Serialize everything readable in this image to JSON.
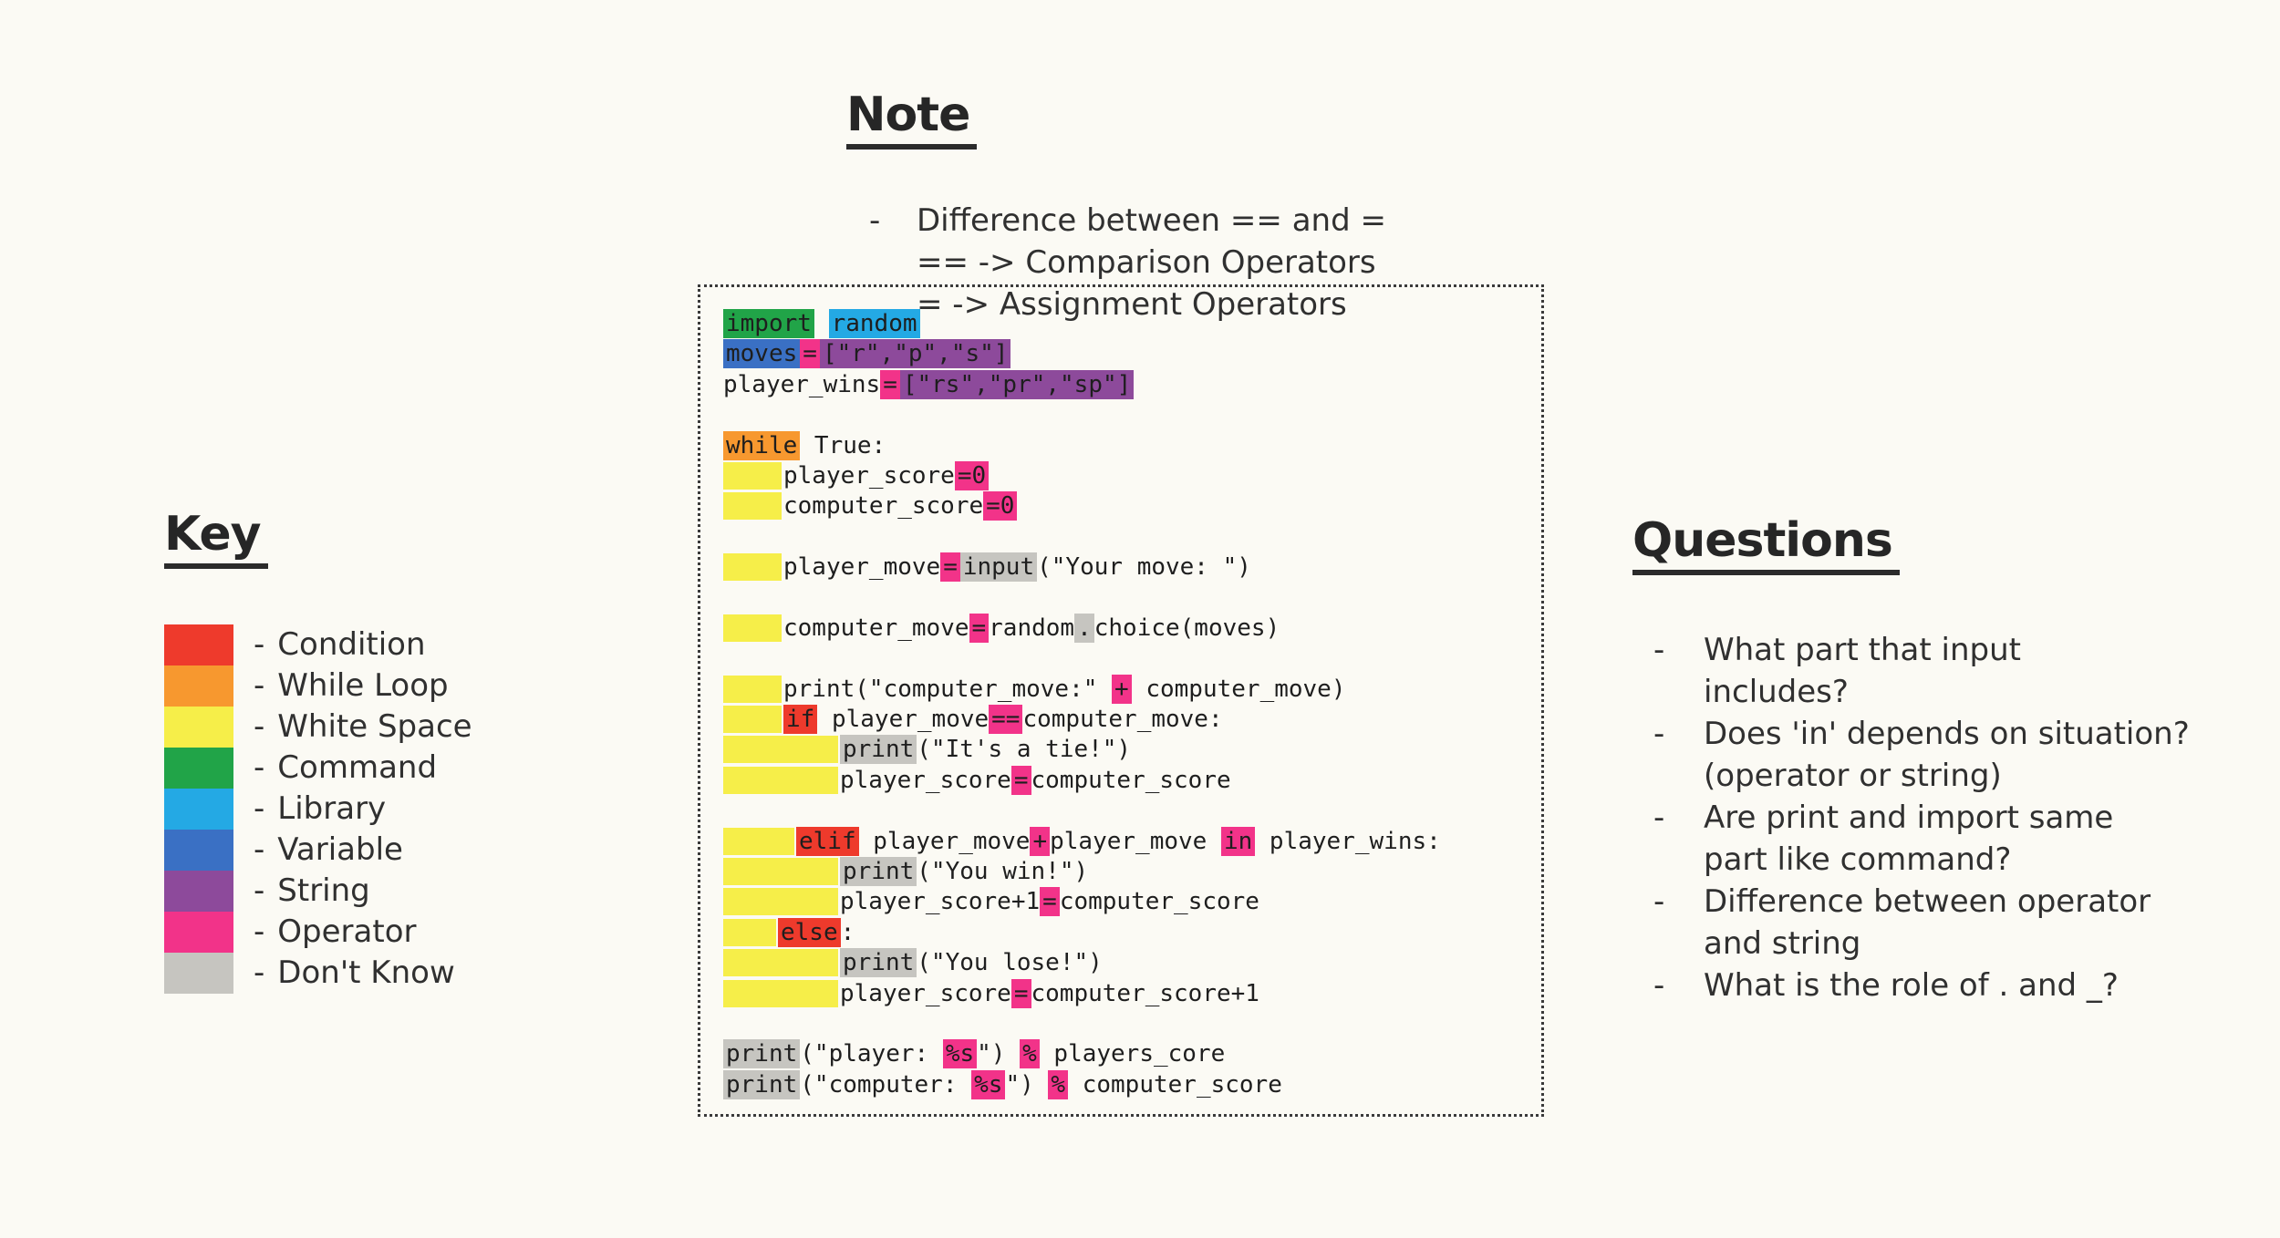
{
  "palette": {
    "condition": "#ee3a2c",
    "while_loop": "#f7982f",
    "white_space": "#f6ee49",
    "command": "#21a448",
    "library": "#24a9e4",
    "variable": "#3a70c4",
    "string": "#8d4a9b",
    "operator": "#f23389",
    "dont_know": "#c6c5c0"
  },
  "note": {
    "title": "Note",
    "bullet_char": "-",
    "lines": [
      {
        "dash": true,
        "text": "Difference between == and ="
      },
      {
        "dash": false,
        "text": "== -> Comparison Operators"
      },
      {
        "dash": false,
        "text": "= -> Assignment Operators"
      }
    ]
  },
  "key": {
    "title": "Key",
    "bullet_char": "-",
    "items": [
      {
        "label": "Condition",
        "color": "condition"
      },
      {
        "label": "While Loop",
        "color": "while_loop"
      },
      {
        "label": "White Space",
        "color": "white_space"
      },
      {
        "label": "Command",
        "color": "command"
      },
      {
        "label": "Library",
        "color": "library"
      },
      {
        "label": "Variable",
        "color": "variable"
      },
      {
        "label": "String",
        "color": "string"
      },
      {
        "label": "Operator",
        "color": "operator"
      },
      {
        "label": "Don't Know",
        "color": "dont_know"
      }
    ]
  },
  "questions": {
    "title": "Questions",
    "bullet_char": "-",
    "items": [
      {
        "lines": [
          "What part that input",
          "includes?"
        ]
      },
      {
        "lines": [
          "Does 'in' depends on situation?",
          "(operator or string)"
        ]
      },
      {
        "lines": [
          "Are print and import same",
          "part like command?"
        ]
      },
      {
        "lines": [
          "Difference between operator",
          "and string"
        ]
      },
      {
        "lines": [
          "What is the role of . and _?"
        ]
      }
    ]
  },
  "code": {
    "lines": [
      {
        "tokens": [
          {
            "t": "import",
            "k": "command"
          },
          {
            "t": " "
          },
          {
            "t": "random",
            "k": "library"
          }
        ]
      },
      {
        "tokens": [
          {
            "t": "moves",
            "k": "variable"
          },
          {
            "t": "=",
            "k": "operator"
          },
          {
            "t": "[\"r\",\"p\",\"s\"]",
            "k": "string"
          }
        ]
      },
      {
        "tokens": [
          {
            "t": "player_wins"
          },
          {
            "t": "=",
            "k": "operator"
          },
          {
            "t": "[\"rs\",\"pr\",\"sp\"]",
            "k": "string"
          }
        ]
      },
      {
        "tokens": []
      },
      {
        "tokens": [
          {
            "t": "while",
            "k": "while_loop"
          },
          {
            "t": " True:"
          }
        ]
      },
      {
        "tokens": [
          {
            "b": 64
          },
          {
            "t": "player_score"
          },
          {
            "t": "=0",
            "k": "operator"
          }
        ]
      },
      {
        "tokens": [
          {
            "b": 64
          },
          {
            "t": "computer_score"
          },
          {
            "t": "=0",
            "k": "operator"
          }
        ]
      },
      {
        "tokens": []
      },
      {
        "tokens": [
          {
            "b": 64
          },
          {
            "t": "player_move"
          },
          {
            "t": "=",
            "k": "operator"
          },
          {
            "t": "input",
            "k": "dont_know"
          },
          {
            "t": "(\"Your move: \")"
          }
        ]
      },
      {
        "tokens": []
      },
      {
        "tokens": [
          {
            "b": 64
          },
          {
            "t": "computer_move"
          },
          {
            "t": "=",
            "k": "operator"
          },
          {
            "t": "random"
          },
          {
            "t": ".",
            "k": "dont_know"
          },
          {
            "t": "choice(moves)"
          }
        ]
      },
      {
        "tokens": []
      },
      {
        "tokens": [
          {
            "b": 64
          },
          {
            "t": "print(\"computer_move:\" "
          },
          {
            "t": "+",
            "k": "operator"
          },
          {
            "t": " computer_move)"
          }
        ]
      },
      {
        "tokens": [
          {
            "b": 64
          },
          {
            "t": "if",
            "k": "condition"
          },
          {
            "t": " player_move"
          },
          {
            "t": "==",
            "k": "operator"
          },
          {
            "t": "computer_move:"
          }
        ]
      },
      {
        "tokens": [
          {
            "b": 126
          },
          {
            "t": "print",
            "k": "dont_know"
          },
          {
            "t": "(\"It's a tie!\")"
          }
        ]
      },
      {
        "tokens": [
          {
            "b": 126
          },
          {
            "t": "player_score"
          },
          {
            "t": "=",
            "k": "operator"
          },
          {
            "t": "computer_score"
          }
        ]
      },
      {
        "tokens": []
      },
      {
        "tokens": [
          {
            "b": 78
          },
          {
            "t": "elif",
            "k": "condition"
          },
          {
            "t": " player_move"
          },
          {
            "t": "+",
            "k": "operator"
          },
          {
            "t": "player_move "
          },
          {
            "t": "in",
            "k": "operator"
          },
          {
            "t": " player_wins:"
          }
        ]
      },
      {
        "tokens": [
          {
            "b": 126
          },
          {
            "t": "print",
            "k": "dont_know"
          },
          {
            "t": "(\"You win!\")"
          }
        ]
      },
      {
        "tokens": [
          {
            "b": 126
          },
          {
            "t": "player_score+1"
          },
          {
            "t": "=",
            "k": "operator"
          },
          {
            "t": "computer_score"
          }
        ]
      },
      {
        "tokens": [
          {
            "b": 58
          },
          {
            "t": "else",
            "k": "condition"
          },
          {
            "t": ":"
          }
        ]
      },
      {
        "tokens": [
          {
            "b": 126
          },
          {
            "t": "print",
            "k": "dont_know"
          },
          {
            "t": "(\"You lose!\")"
          }
        ]
      },
      {
        "tokens": [
          {
            "b": 126
          },
          {
            "t": "player_score"
          },
          {
            "t": "=",
            "k": "operator"
          },
          {
            "t": "computer_score+1"
          }
        ]
      },
      {
        "tokens": []
      },
      {
        "tokens": [
          {
            "t": "print",
            "k": "dont_know"
          },
          {
            "t": "(\"player: "
          },
          {
            "t": "%s",
            "k": "operator"
          },
          {
            "t": "\") "
          },
          {
            "t": "%",
            "k": "operator"
          },
          {
            "t": " players_core"
          }
        ]
      },
      {
        "tokens": [
          {
            "t": "print",
            "k": "dont_know"
          },
          {
            "t": "(\"computer: "
          },
          {
            "t": "%s",
            "k": "operator"
          },
          {
            "t": "\") "
          },
          {
            "t": "%",
            "k": "operator"
          },
          {
            "t": " computer_score"
          }
        ]
      }
    ]
  }
}
